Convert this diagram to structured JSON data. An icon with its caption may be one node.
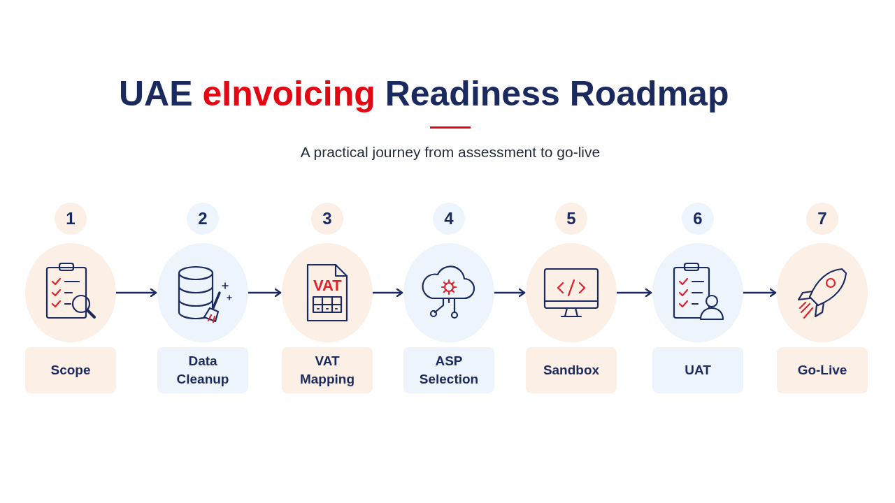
{
  "diagram": {
    "title": "UAE **eInvoicing** Readiness Roadmap",
    "nodes": [
      {
        "text": [
          "1"
        ]
      },
      {
        "text": [],
        "shape": "circle"
      },
      {
        "text": [
          "Scope"
        ]
      },
      {
        "text": [
          "2"
        ]
      },
      {
        "text": [],
        "shape": "circle"
      },
      {
        "text": [
          "Data Cleanup"
        ]
      },
      {
        "text": [
          "3"
        ]
      },
      {
        "text": [
          "VAT"
        ]
      },
      {
        "text": [
          "VAT Mapping"
        ]
      },
      {
        "text": [
          "4"
        ]
      },
      {
        "text": [],
        "shape": "circle"
      },
      {
        "text": [
          "ASP Selection"
        ]
      },
      {
        "text": [
          "5"
        ]
      },
      {
        "text": [],
        "shape": "circle"
      },
      {
        "text": [
          "Sandbox"
        ]
      },
      {
        "text": [
          "6"
        ]
      },
      {
        "text": [],
        "shape": "circle"
      },
      {
        "text": [
          "UAT"
        ]
      },
      {
        "text": [
          "7"
        ]
      },
      {
        "text": [],
        "shape": "circle"
      },
      {
        "text": [
          "Go-Live"
        ]
      }
    ],
    "edges": [
      {
        "from": 1,
        "to": 4,
        "arrow": "to"
      },
      {
        "from": 4,
        "to": 7,
        "arrow": "to"
      },
      {
        "from": 7,
        "to": 10,
        "arrow": "to"
      },
      {
        "from": 10,
        "to": 13,
        "arrow": "to"
      },
      {
        "from": 13,
        "to": 16,
        "arrow": "to"
      },
      {
        "from": 16,
        "to": 19,
        "arrow": "to"
      }
    ],
    "labels": [
      "A practical journey from assessment to go-live"
    ]
  }
}
